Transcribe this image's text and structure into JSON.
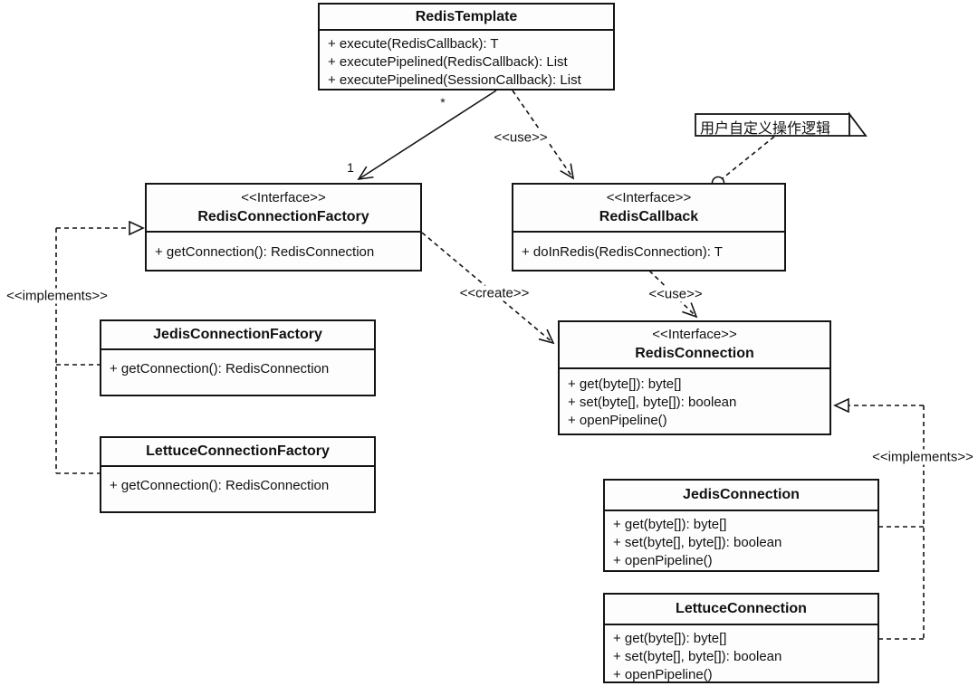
{
  "classes": {
    "redisTemplate": {
      "name": "RedisTemplate",
      "methods": [
        "+ execute(RedisCallback): T",
        "+ executePipelined(RedisCallback): List",
        "+ executePipelined(SessionCallback): List"
      ]
    },
    "redisConnectionFactory": {
      "stereotype": "<<Interface>>",
      "name": "RedisConnectionFactory",
      "methods": [
        "+ getConnection(): RedisConnection"
      ]
    },
    "redisCallback": {
      "stereotype": "<<Interface>>",
      "name": "RedisCallback",
      "methods": [
        "+ doInRedis(RedisConnection): T"
      ]
    },
    "jedisConnectionFactory": {
      "name": "JedisConnectionFactory",
      "methods": [
        "+ getConnection(): RedisConnection"
      ]
    },
    "lettuceConnectionFactory": {
      "name": "LettuceConnectionFactory",
      "methods": [
        "+ getConnection(): RedisConnection"
      ]
    },
    "redisConnection": {
      "stereotype": "<<Interface>>",
      "name": "RedisConnection",
      "methods": [
        "+ get(byte[]): byte[]",
        "+ set(byte[], byte[]): boolean",
        "+ openPipeline()"
      ]
    },
    "jedisConnection": {
      "name": "JedisConnection",
      "methods": [
        "+ get(byte[]): byte[]",
        "+ set(byte[], byte[]): boolean",
        "+ openPipeline()"
      ]
    },
    "lettuceConnection": {
      "name": "LettuceConnection",
      "methods": [
        "+ get(byte[]): byte[]",
        "+ set(byte[], byte[]): boolean",
        "+ openPipeline()"
      ]
    }
  },
  "note": {
    "text": "用户自定义操作逻辑"
  },
  "edges": {
    "use_template_callback": "<<use>>",
    "create_factory_connection": "<<create>>",
    "use_callback_connection": "<<use>>",
    "implements_left": "<<implements>>",
    "implements_right": "<<implements>>",
    "multiplicity_many": "*",
    "multiplicity_one": "1"
  },
  "colors": {
    "line": "#141414",
    "background": "#ffffff",
    "box_fill": "#fdfdfd"
  }
}
